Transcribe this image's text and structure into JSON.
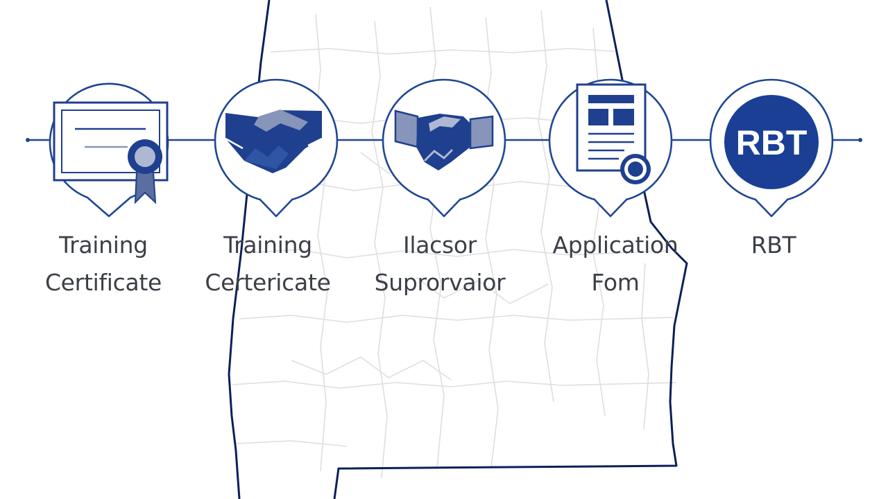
{
  "colors": {
    "accent": "#1f4694",
    "icon_fill": "#1f3f8f",
    "icon_light": "#8795ba",
    "map_border": "#0c1f57",
    "county_lines": "#dcdcdc",
    "label_text": "#3b3f47",
    "background": "#ffffff"
  },
  "steps": [
    {
      "icon": "certificate-icon",
      "line1": "Training",
      "line2": "Certificate"
    },
    {
      "icon": "handshake-icon",
      "line1": "Training",
      "line2": "Certericate"
    },
    {
      "icon": "handshake-icon",
      "line1": "Ilacsor",
      "line2": "Suprorvaior"
    },
    {
      "icon": "application-form-icon",
      "line1": "Application",
      "line2": "Fom"
    },
    {
      "icon": "rbt-badge-icon",
      "line1": "RBT",
      "line2": "",
      "badge_text": "RBT"
    }
  ]
}
